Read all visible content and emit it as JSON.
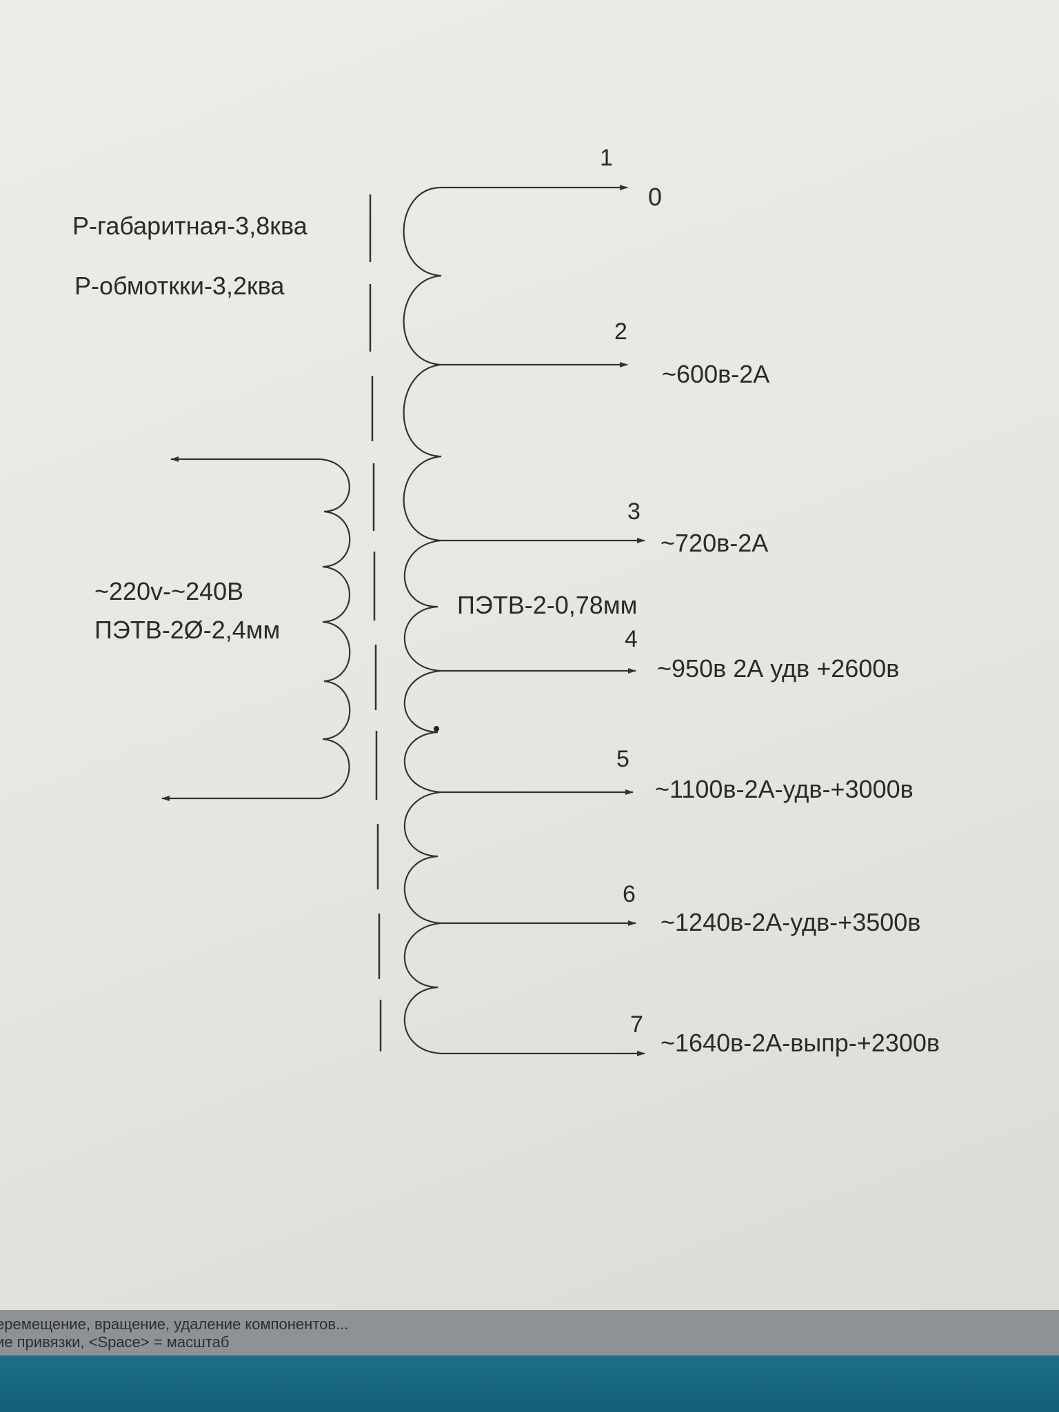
{
  "header_notes": {
    "overall_power": "Р-габаритная-3,8ква",
    "winding_power": "Р-обмоткки-3,2ква"
  },
  "primary": {
    "voltage": "~220v-~240В",
    "wire": "ПЭТВ-2Ø-2,4мм"
  },
  "secondary": {
    "wire": "ПЭТВ-2-0,78мм",
    "taps": [
      {
        "number": "1",
        "label": "0"
      },
      {
        "number": "2",
        "label": "~600в-2А"
      },
      {
        "number": "3",
        "label": "~720в-2А"
      },
      {
        "number": "4",
        "label": "~950в 2А удв +2600в"
      },
      {
        "number": "5",
        "label": "~1100в-2А-удв-+3000в"
      },
      {
        "number": "6",
        "label": "~1240в-2А-удв-+3500в"
      },
      {
        "number": "7",
        "label": "~1640в-2А-выпр-+2300в"
      }
    ]
  },
  "status_bar": {
    "line1": "еремещение, вращение, удаление компонентов...",
    "line2": "ие привязки, <Space> = масштаб"
  }
}
